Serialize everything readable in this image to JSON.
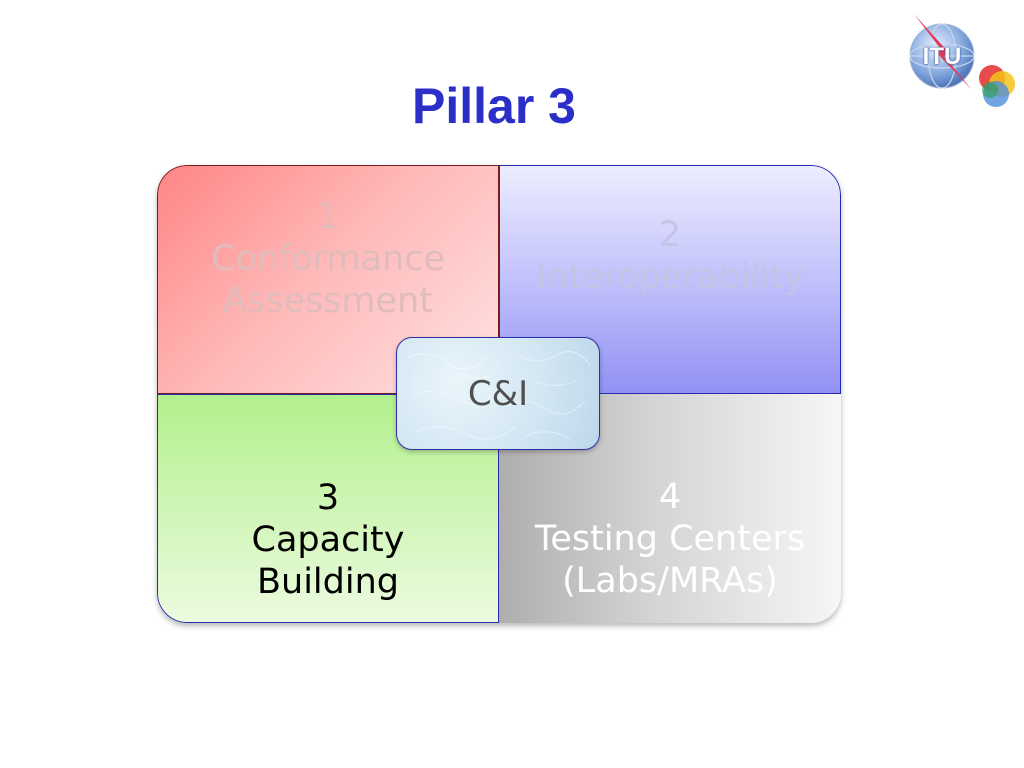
{
  "slide": {
    "title": "Pillar 3",
    "logo_text": "ITU"
  },
  "quadrants": [
    {
      "number": "1",
      "line1": "Conformance",
      "line2": "Assessment"
    },
    {
      "number": "2",
      "line1": "Interoperability",
      "line2": ""
    },
    {
      "number": "3",
      "line1": "Capacity",
      "line2": "Building"
    },
    {
      "number": "4",
      "line1": "Testing Centers",
      "line2": "(Labs/MRAs)"
    }
  ],
  "center": {
    "label": "C&I"
  },
  "colors": {
    "title": "#2b2fc8",
    "q1": "#ff9a9a",
    "q2": "#a6a6f5",
    "q3": "#c2f2a2",
    "q4": "#cfcfcf"
  }
}
